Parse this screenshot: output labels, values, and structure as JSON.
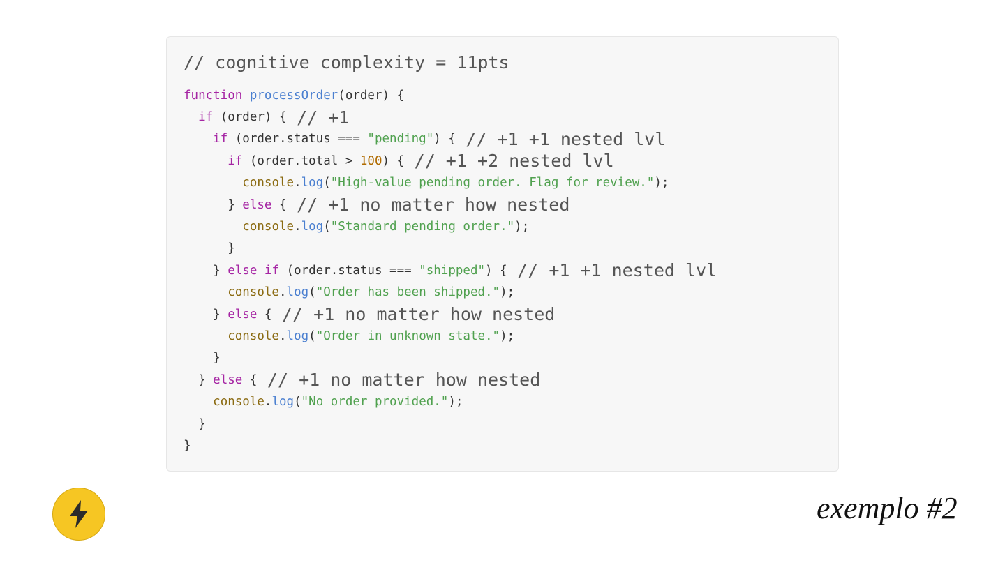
{
  "slide": {
    "header_comment": "// cognitive complexity = 11pts",
    "footer_label": "exemplo #2",
    "colors": {
      "keyword": "#a626a4",
      "function_name": "#4a7fd0",
      "string": "#50a14f",
      "number": "#b06b00",
      "object": "#8b6b12",
      "badge": "#f6c623",
      "divider": "#6cb6d2"
    },
    "badge_icon": "lightning-bolt-icon"
  },
  "code_lines": [
    {
      "indent": 0,
      "tokens": [
        {
          "t": "kw",
          "v": "function"
        },
        {
          "t": "plain",
          "v": " "
        },
        {
          "t": "fn",
          "v": "processOrder"
        },
        {
          "t": "plain",
          "v": "(order) {"
        }
      ]
    },
    {
      "indent": 1,
      "tokens": [
        {
          "t": "kw",
          "v": "if"
        },
        {
          "t": "plain",
          "v": " (order) { "
        },
        {
          "t": "comment",
          "v": "// +1"
        }
      ]
    },
    {
      "indent": 2,
      "tokens": [
        {
          "t": "kw",
          "v": "if"
        },
        {
          "t": "plain",
          "v": " (order.status === "
        },
        {
          "t": "str",
          "v": "\"pending\""
        },
        {
          "t": "plain",
          "v": ") { "
        },
        {
          "t": "comment",
          "v": "// +1 +1 nested lvl"
        }
      ]
    },
    {
      "indent": 3,
      "tokens": [
        {
          "t": "kw",
          "v": "if"
        },
        {
          "t": "plain",
          "v": " (order.total > "
        },
        {
          "t": "num",
          "v": "100"
        },
        {
          "t": "plain",
          "v": ") { "
        },
        {
          "t": "comment",
          "v": "// +1 +2 nested lvl"
        }
      ]
    },
    {
      "indent": 4,
      "tokens": [
        {
          "t": "obj",
          "v": "console"
        },
        {
          "t": "plain",
          "v": "."
        },
        {
          "t": "method",
          "v": "log"
        },
        {
          "t": "plain",
          "v": "("
        },
        {
          "t": "str",
          "v": "\"High-value pending order. Flag for review.\""
        },
        {
          "t": "plain",
          "v": ");"
        }
      ]
    },
    {
      "indent": 3,
      "tokens": [
        {
          "t": "plain",
          "v": "} "
        },
        {
          "t": "kw",
          "v": "else"
        },
        {
          "t": "plain",
          "v": " { "
        },
        {
          "t": "comment",
          "v": "// +1 no matter how nested"
        }
      ]
    },
    {
      "indent": 4,
      "tokens": [
        {
          "t": "obj",
          "v": "console"
        },
        {
          "t": "plain",
          "v": "."
        },
        {
          "t": "method",
          "v": "log"
        },
        {
          "t": "plain",
          "v": "("
        },
        {
          "t": "str",
          "v": "\"Standard pending order.\""
        },
        {
          "t": "plain",
          "v": ");"
        }
      ]
    },
    {
      "indent": 3,
      "tokens": [
        {
          "t": "plain",
          "v": "}"
        }
      ]
    },
    {
      "indent": 2,
      "tokens": [
        {
          "t": "plain",
          "v": "} "
        },
        {
          "t": "kw",
          "v": "else if"
        },
        {
          "t": "plain",
          "v": " (order.status === "
        },
        {
          "t": "str",
          "v": "\"shipped\""
        },
        {
          "t": "plain",
          "v": ") { "
        },
        {
          "t": "comment",
          "v": "// +1 +1 nested lvl"
        }
      ]
    },
    {
      "indent": 3,
      "tokens": [
        {
          "t": "obj",
          "v": "console"
        },
        {
          "t": "plain",
          "v": "."
        },
        {
          "t": "method",
          "v": "log"
        },
        {
          "t": "plain",
          "v": "("
        },
        {
          "t": "str",
          "v": "\"Order has been shipped.\""
        },
        {
          "t": "plain",
          "v": ");"
        }
      ]
    },
    {
      "indent": 2,
      "tokens": [
        {
          "t": "plain",
          "v": "} "
        },
        {
          "t": "kw",
          "v": "else"
        },
        {
          "t": "plain",
          "v": " { "
        },
        {
          "t": "comment",
          "v": "// +1 no matter how nested"
        }
      ]
    },
    {
      "indent": 3,
      "tokens": [
        {
          "t": "obj",
          "v": "console"
        },
        {
          "t": "plain",
          "v": "."
        },
        {
          "t": "method",
          "v": "log"
        },
        {
          "t": "plain",
          "v": "("
        },
        {
          "t": "str",
          "v": "\"Order in unknown state.\""
        },
        {
          "t": "plain",
          "v": ");"
        }
      ]
    },
    {
      "indent": 2,
      "tokens": [
        {
          "t": "plain",
          "v": "}"
        }
      ]
    },
    {
      "indent": 1,
      "tokens": [
        {
          "t": "plain",
          "v": "} "
        },
        {
          "t": "kw",
          "v": "else"
        },
        {
          "t": "plain",
          "v": " { "
        },
        {
          "t": "comment",
          "v": "// +1 no matter how nested"
        }
      ]
    },
    {
      "indent": 2,
      "tokens": [
        {
          "t": "obj",
          "v": "console"
        },
        {
          "t": "plain",
          "v": "."
        },
        {
          "t": "method",
          "v": "log"
        },
        {
          "t": "plain",
          "v": "("
        },
        {
          "t": "str",
          "v": "\"No order provided.\""
        },
        {
          "t": "plain",
          "v": ");"
        }
      ]
    },
    {
      "indent": 1,
      "tokens": [
        {
          "t": "plain",
          "v": "}"
        }
      ]
    },
    {
      "indent": 0,
      "tokens": [
        {
          "t": "plain",
          "v": "}"
        }
      ]
    }
  ]
}
